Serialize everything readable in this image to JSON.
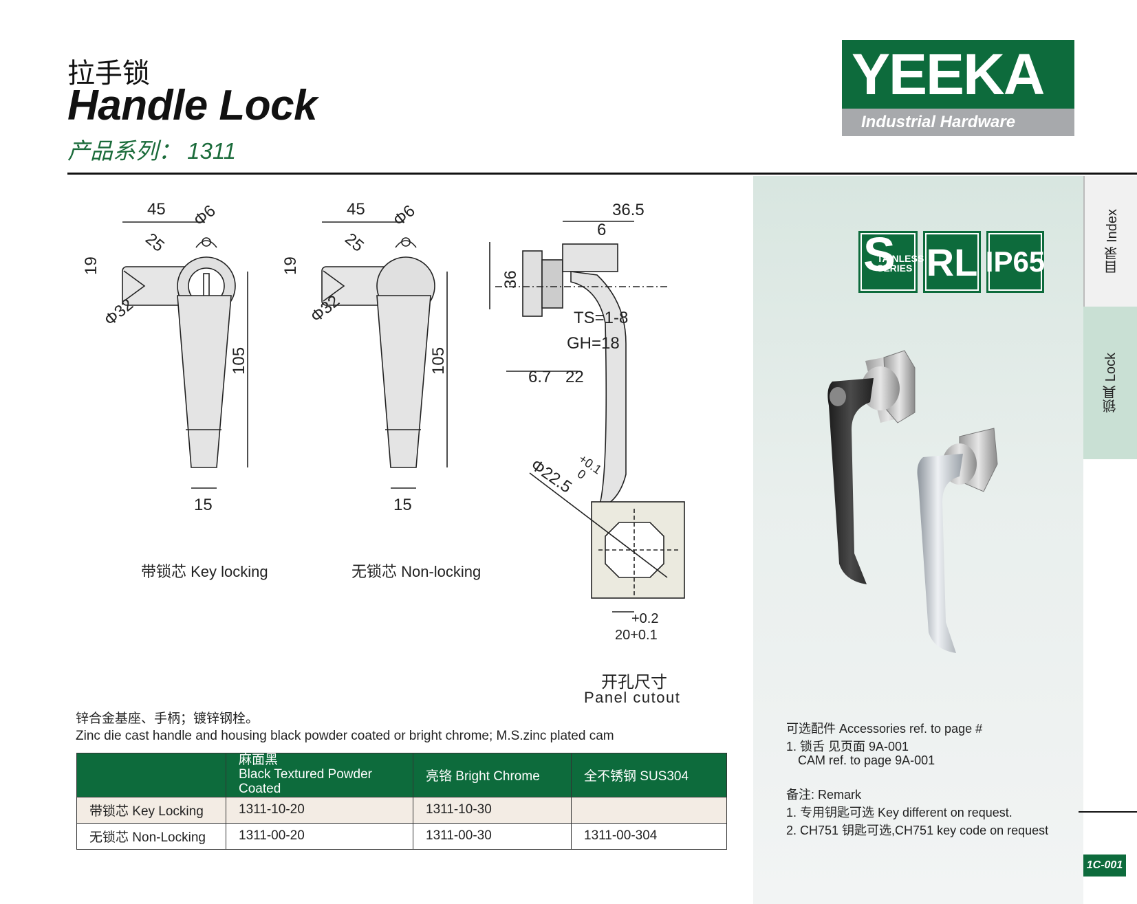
{
  "header": {
    "title_cn": "拉手锁",
    "title_en": "Handle Lock",
    "series": "产品系列： 1311"
  },
  "logo": {
    "brand": "YEEKA",
    "tagline": "Industrial Hardware"
  },
  "badges": {
    "stainless_big": "S",
    "stainless_small": "TAINLESS SERIES",
    "rl": "RL",
    "ip": "IP65"
  },
  "tabs": {
    "index": "目录 Index",
    "lock": "锁具 Lock"
  },
  "drawings": {
    "key_caption": "带锁芯 Key locking",
    "nonkey_caption": "无锁芯 Non-locking",
    "cutout_cn": "开孔尺寸",
    "cutout_en": "Panel cutout",
    "dims": {
      "w45": "45",
      "r25": "25",
      "d6": "Φ6",
      "h19": "19",
      "d32": "Φ32",
      "h105": "105",
      "w15": "15",
      "w36_5": "36.5",
      "w6": "6",
      "h36": "36",
      "ts": "TS=1-8",
      "gh": "GH=18",
      "w6_7": "6.7",
      "w22": "22",
      "d22_5": "Φ22.5",
      "tol_p": "+0.1",
      "tol_0": "0",
      "w20": "20+0.1",
      "tol2": "+0.2"
    }
  },
  "material": {
    "cn": "锌合金基座、手柄；镀锌钢栓。",
    "en": "Zinc die cast handle and housing black powder coated or bright chrome; M.S.zinc plated cam"
  },
  "table": {
    "headers": [
      "",
      "麻面黑\nBlack Textured Powder Coated",
      "亮铬  Bright Chrome",
      "全不锈钢  SUS304"
    ],
    "rows": [
      [
        "带锁芯  Key Locking",
        "1311-10-20",
        "1311-10-30",
        ""
      ],
      [
        "无锁芯  Non-Locking",
        "1311-00-20",
        "1311-00-30",
        "1311-00-304"
      ]
    ]
  },
  "accessories": {
    "title": "可选配件 Accessories ref. to page #",
    "line1": "1. 锁舌 见页面 9A-001",
    "line2": "CAM  ref. to page 9A-001",
    "remark_title": "备注: Remark",
    "remark1": "1. 专用钥匙可选 Key different on request.",
    "remark2": "2. CH751 钥匙可选,CH751 key code on request"
  },
  "page_number": "1C-001",
  "colors": {
    "brand_green": "#0d6b3c",
    "logo_gray": "#a7a9ac"
  }
}
